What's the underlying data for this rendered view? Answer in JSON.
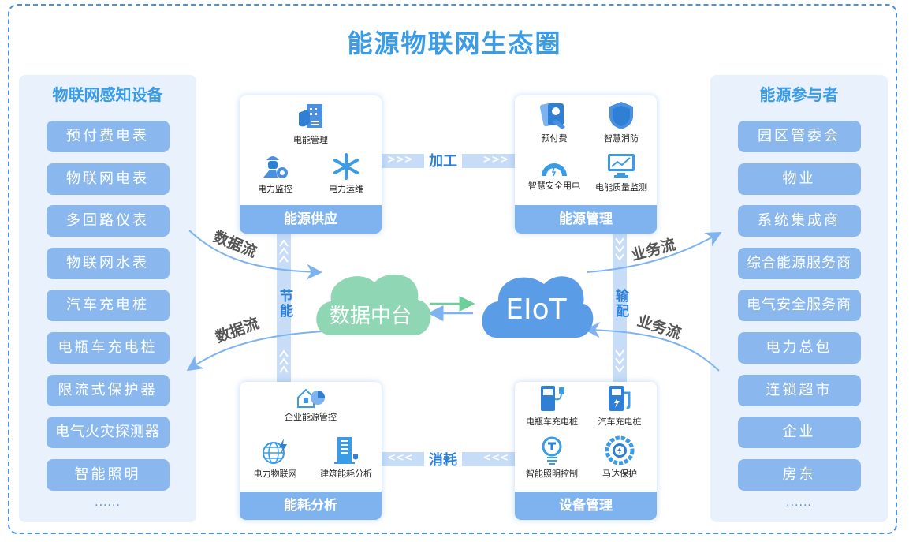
{
  "title": "能源物联网生态圈",
  "left_panel": {
    "title": "物联网感知设备",
    "items": [
      "预付费电表",
      "物联网电表",
      "多回路仪表",
      "物联网水表",
      "汽车充电桩",
      "电瓶车充电桩",
      "限流式保护器",
      "电气火灾探测器",
      "智能照明"
    ],
    "more": "······"
  },
  "right_panel": {
    "title": "能源参与者",
    "items": [
      "园区管委会",
      "物业",
      "系统集成商",
      "综合能源服务商",
      "电气安全服务商",
      "电力总包",
      "连锁超市",
      "企业",
      "房东"
    ],
    "more": "······"
  },
  "cards": {
    "supply": {
      "title": "能源供应",
      "features": [
        {
          "label": "电能管理",
          "icon": "building-shield-icon"
        },
        {
          "label": "电力监控",
          "icon": "worker-gear-icon"
        },
        {
          "label": "电力运维",
          "icon": "snowflake-network-icon"
        }
      ]
    },
    "management": {
      "title": "能源管理",
      "features": [
        {
          "label": "预付费",
          "icon": "prepaid-card-icon"
        },
        {
          "label": "智慧消防",
          "icon": "shield-icon"
        },
        {
          "label": "智慧安全用电",
          "icon": "gauge-icon"
        },
        {
          "label": "电能质量监测",
          "icon": "monitor-chart-icon"
        }
      ]
    },
    "analysis": {
      "title": "能耗分析",
      "features": [
        {
          "label": "企业能源管控",
          "icon": "house-pie-icon"
        },
        {
          "label": "电力物联网",
          "icon": "globe-lightning-icon"
        },
        {
          "label": "建筑能耗分析",
          "icon": "building-plug-icon"
        }
      ]
    },
    "devices": {
      "title": "设备管理",
      "features": [
        {
          "label": "电瓶车充电桩",
          "icon": "charger-plug-icon"
        },
        {
          "label": "汽车充电桩",
          "icon": "fuel-charger-icon"
        },
        {
          "label": "智能照明控制",
          "icon": "bulb-icon"
        },
        {
          "label": "马达保护",
          "icon": "motor-gear-icon"
        }
      ]
    }
  },
  "connectors": {
    "top": "加工",
    "bottom": "消耗",
    "left": "节能",
    "right": "输配"
  },
  "flows": {
    "data_in": "数据流",
    "data_out": "数据流",
    "business_out": "业务流",
    "business_in": "业务流"
  },
  "clouds": {
    "data_platform": "数据中台",
    "eiot": "EIoT"
  },
  "colors": {
    "accent": "#3a9be6",
    "item_bg": "#8ab8ee",
    "panel_bg": "#e8f1fc",
    "green_cloud": "#8fd6b4",
    "blue_cloud": "#5b9ce6"
  }
}
